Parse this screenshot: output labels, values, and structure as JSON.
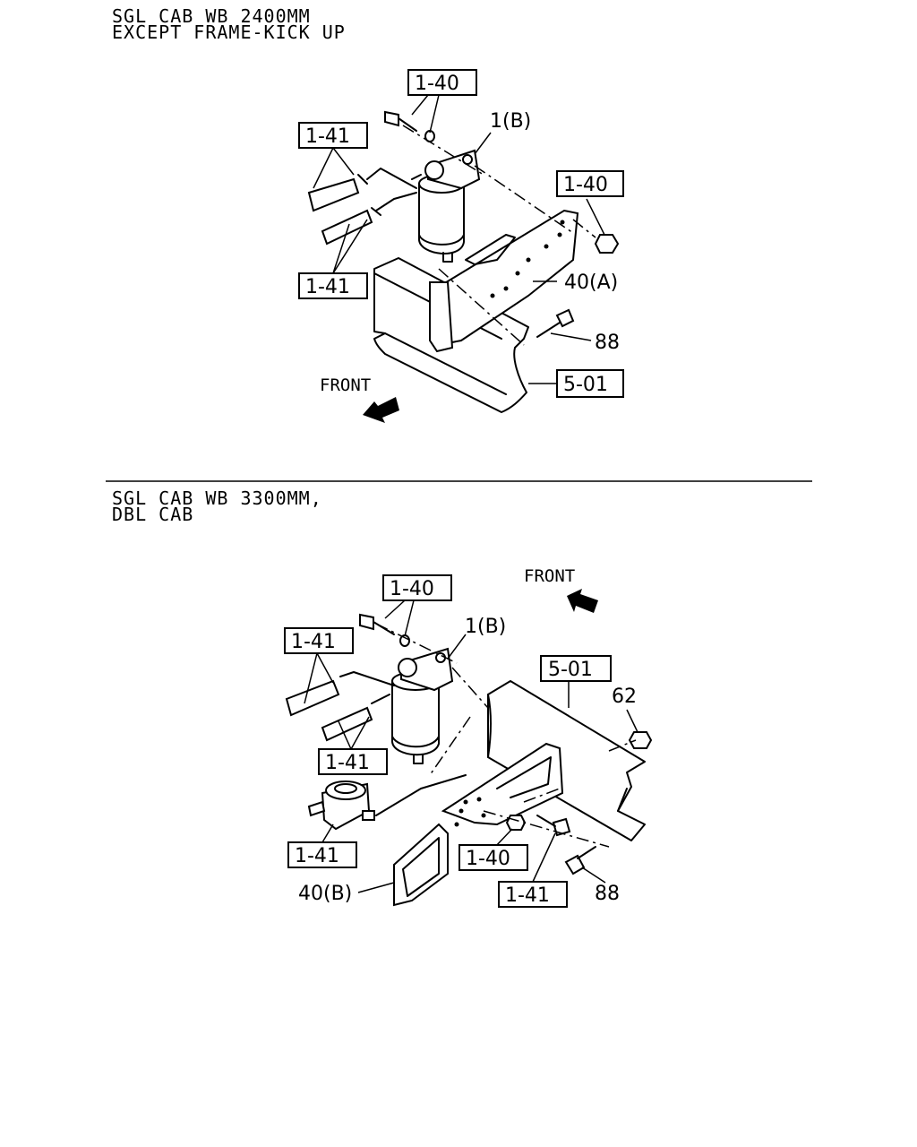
{
  "section1": {
    "heading_line1": "SGL CAB WB 2400MM",
    "heading_line2": "EXCEPT FRAME-KICK UP",
    "front_label": "FRONT",
    "labels": {
      "ref_1_40_top": "1-40",
      "ref_1_41_upper": "1-41",
      "part_1b": "1(B)",
      "ref_1_40_right": "1-40",
      "ref_1_41_lower": "1-41",
      "part_40a": "40(A)",
      "part_88": "88",
      "ref_5_01": "5-01"
    }
  },
  "section2": {
    "heading_line1": "SGL CAB WB 3300MM,",
    "heading_line2": "DBL CAB",
    "front_label": "FRONT",
    "labels": {
      "ref_1_40_top": "1-40",
      "ref_1_41_upper": "1-41",
      "part_1b": "1(B)",
      "ref_5_01": "5-01",
      "part_62": "62",
      "ref_1_41_mid": "1-41",
      "ref_1_41_pump": "1-41",
      "ref_1_40_bottom": "1-40",
      "ref_1_41_bottom": "1-41",
      "part_40b": "40(B)",
      "part_88": "88"
    }
  }
}
